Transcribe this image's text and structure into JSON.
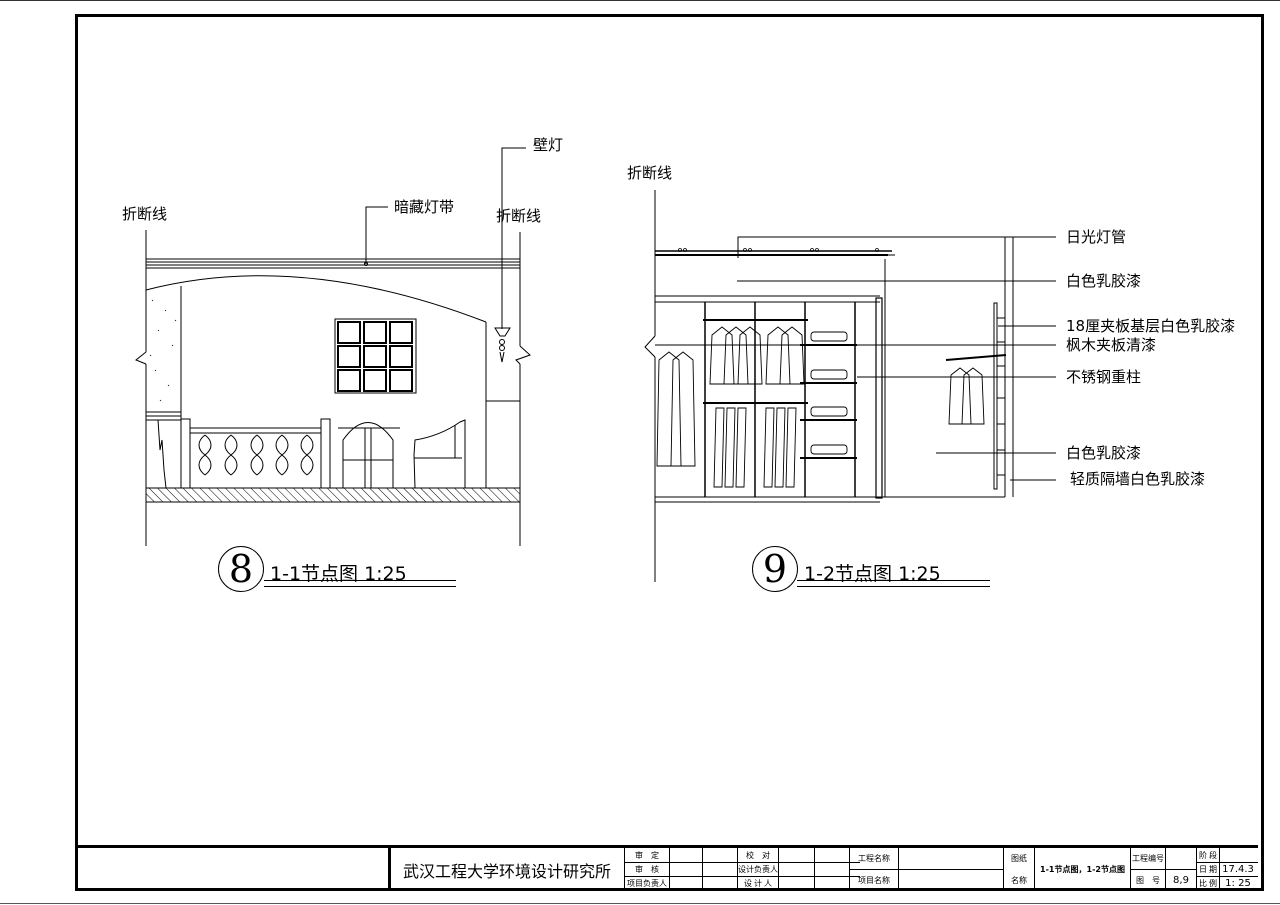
{
  "drawing": {
    "detail_8": {
      "number": "8",
      "title": "1-1节点图 1:25",
      "annotations": {
        "break_line_left": "折断线",
        "break_line_right": "折断线",
        "hidden_light_strip": "暗藏灯带",
        "wall_lamp": "壁灯"
      }
    },
    "detail_9": {
      "number": "9",
      "title": "1-2节点图 1:25",
      "annotations": {
        "break_line": "折断线",
        "fluorescent_tube": "日光灯管",
        "white_latex_paint_top": "白色乳胶漆",
        "plywood_base": "18厘夹板基层白色乳胶漆",
        "maple_plywood": "枫木夹板清漆",
        "stainless_post": "不锈钢重柱",
        "white_latex_paint_wall": "白色乳胶漆",
        "partition_wall": "轻质隔墙白色乳胶漆"
      }
    }
  },
  "title_block": {
    "institution": "武汉工程大学环境设计研究所",
    "roles_left": [
      "审　定",
      "审　核",
      "项目负责人"
    ],
    "roles_right": [
      "校　对",
      "设计负责人",
      "设 计 人"
    ],
    "project_name_label": "工程名称",
    "item_name_label": "项目名称",
    "drawing_label_1": "图纸",
    "drawing_label_2": "名称",
    "drawing_name": "1-1节点图，1-2节点图",
    "project_no_label": "工程编号",
    "drawing_no_label": "图　号",
    "drawing_no": "8,9",
    "stage_label": "阶 段",
    "date_label": "日 期",
    "date": "17.4.3",
    "scale_label": "比 例",
    "scale": "1: 25"
  }
}
